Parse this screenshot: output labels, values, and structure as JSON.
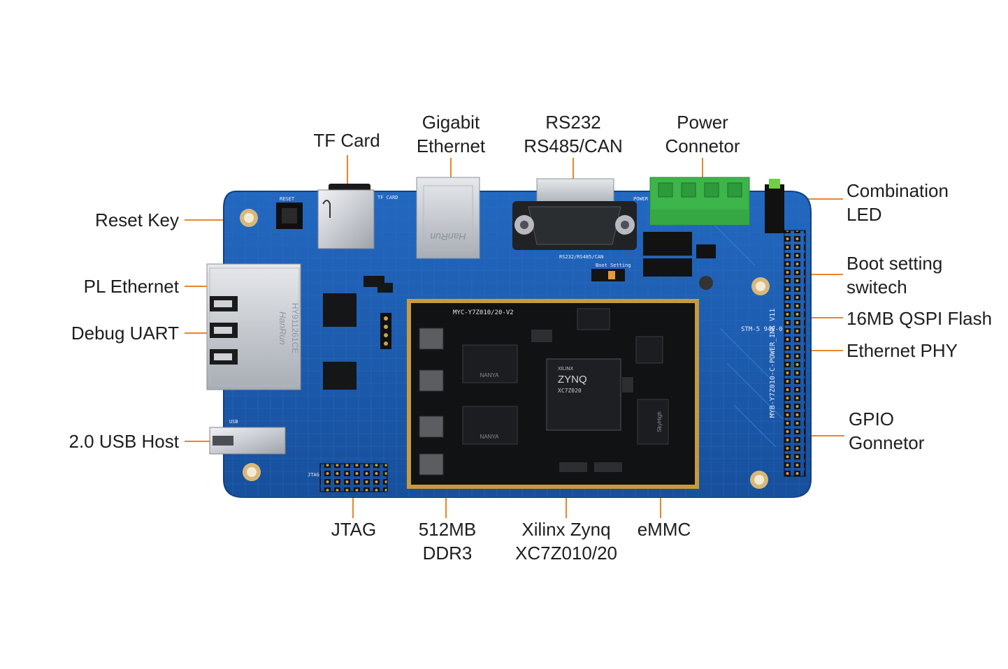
{
  "colors": {
    "leader": "#e9862a",
    "board": "#1d5fb4",
    "board_dark": "#154b93",
    "som": "#111214",
    "terminal": "#3cb54a",
    "label_text": "#1e1e1e"
  },
  "labels": {
    "tf_card": "TF Card",
    "gigabit_ethernet": [
      "Gigabit",
      "Ethernet"
    ],
    "rs232": [
      "RS232",
      "RS485/CAN"
    ],
    "power_connector": [
      "Power",
      "Connetor"
    ],
    "combination_led": [
      "Combination",
      "LED"
    ],
    "reset_key": "Reset Key",
    "pl_ethernet": "PL Ethernet",
    "debug_uart": "Debug UART",
    "usb_host": "2.0 USB Host",
    "boot_switch": [
      "Boot setting",
      "switech"
    ],
    "qspi_flash": "16MB QSPI Flash",
    "ethernet_phy": "Ethernet PHY",
    "gpio_connector": [
      "GPIO",
      "Gonnetor"
    ],
    "jtag": "JTAG",
    "ddr3": [
      "512MB",
      "DDR3"
    ],
    "zynq": [
      "Xilinx Zynq",
      "XC7Z010/20"
    ],
    "emmc": "eMMC"
  },
  "silkscreen": {
    "som_name": "MYC-Y7Z010/20-V2",
    "board_name": "MYB-Y7Z010-C-POWER_INK V11",
    "chip_brand": "XILINX",
    "chip_family": "ZYNQ",
    "chip_part": "XC7Z020",
    "rj45_brand": "HanRun",
    "rj45_part": "HY911261CE",
    "stm": "STM-5 94V-0",
    "ddr_brand": "NANYA",
    "emmc_brand": "SkyHigh",
    "reset": "RESET",
    "tf": "TF CARD",
    "boot": "Boot Setting",
    "jtag": "JTAG",
    "usb": "USB",
    "power": "POWER",
    "rs": "RS232/RS485/CAN"
  }
}
